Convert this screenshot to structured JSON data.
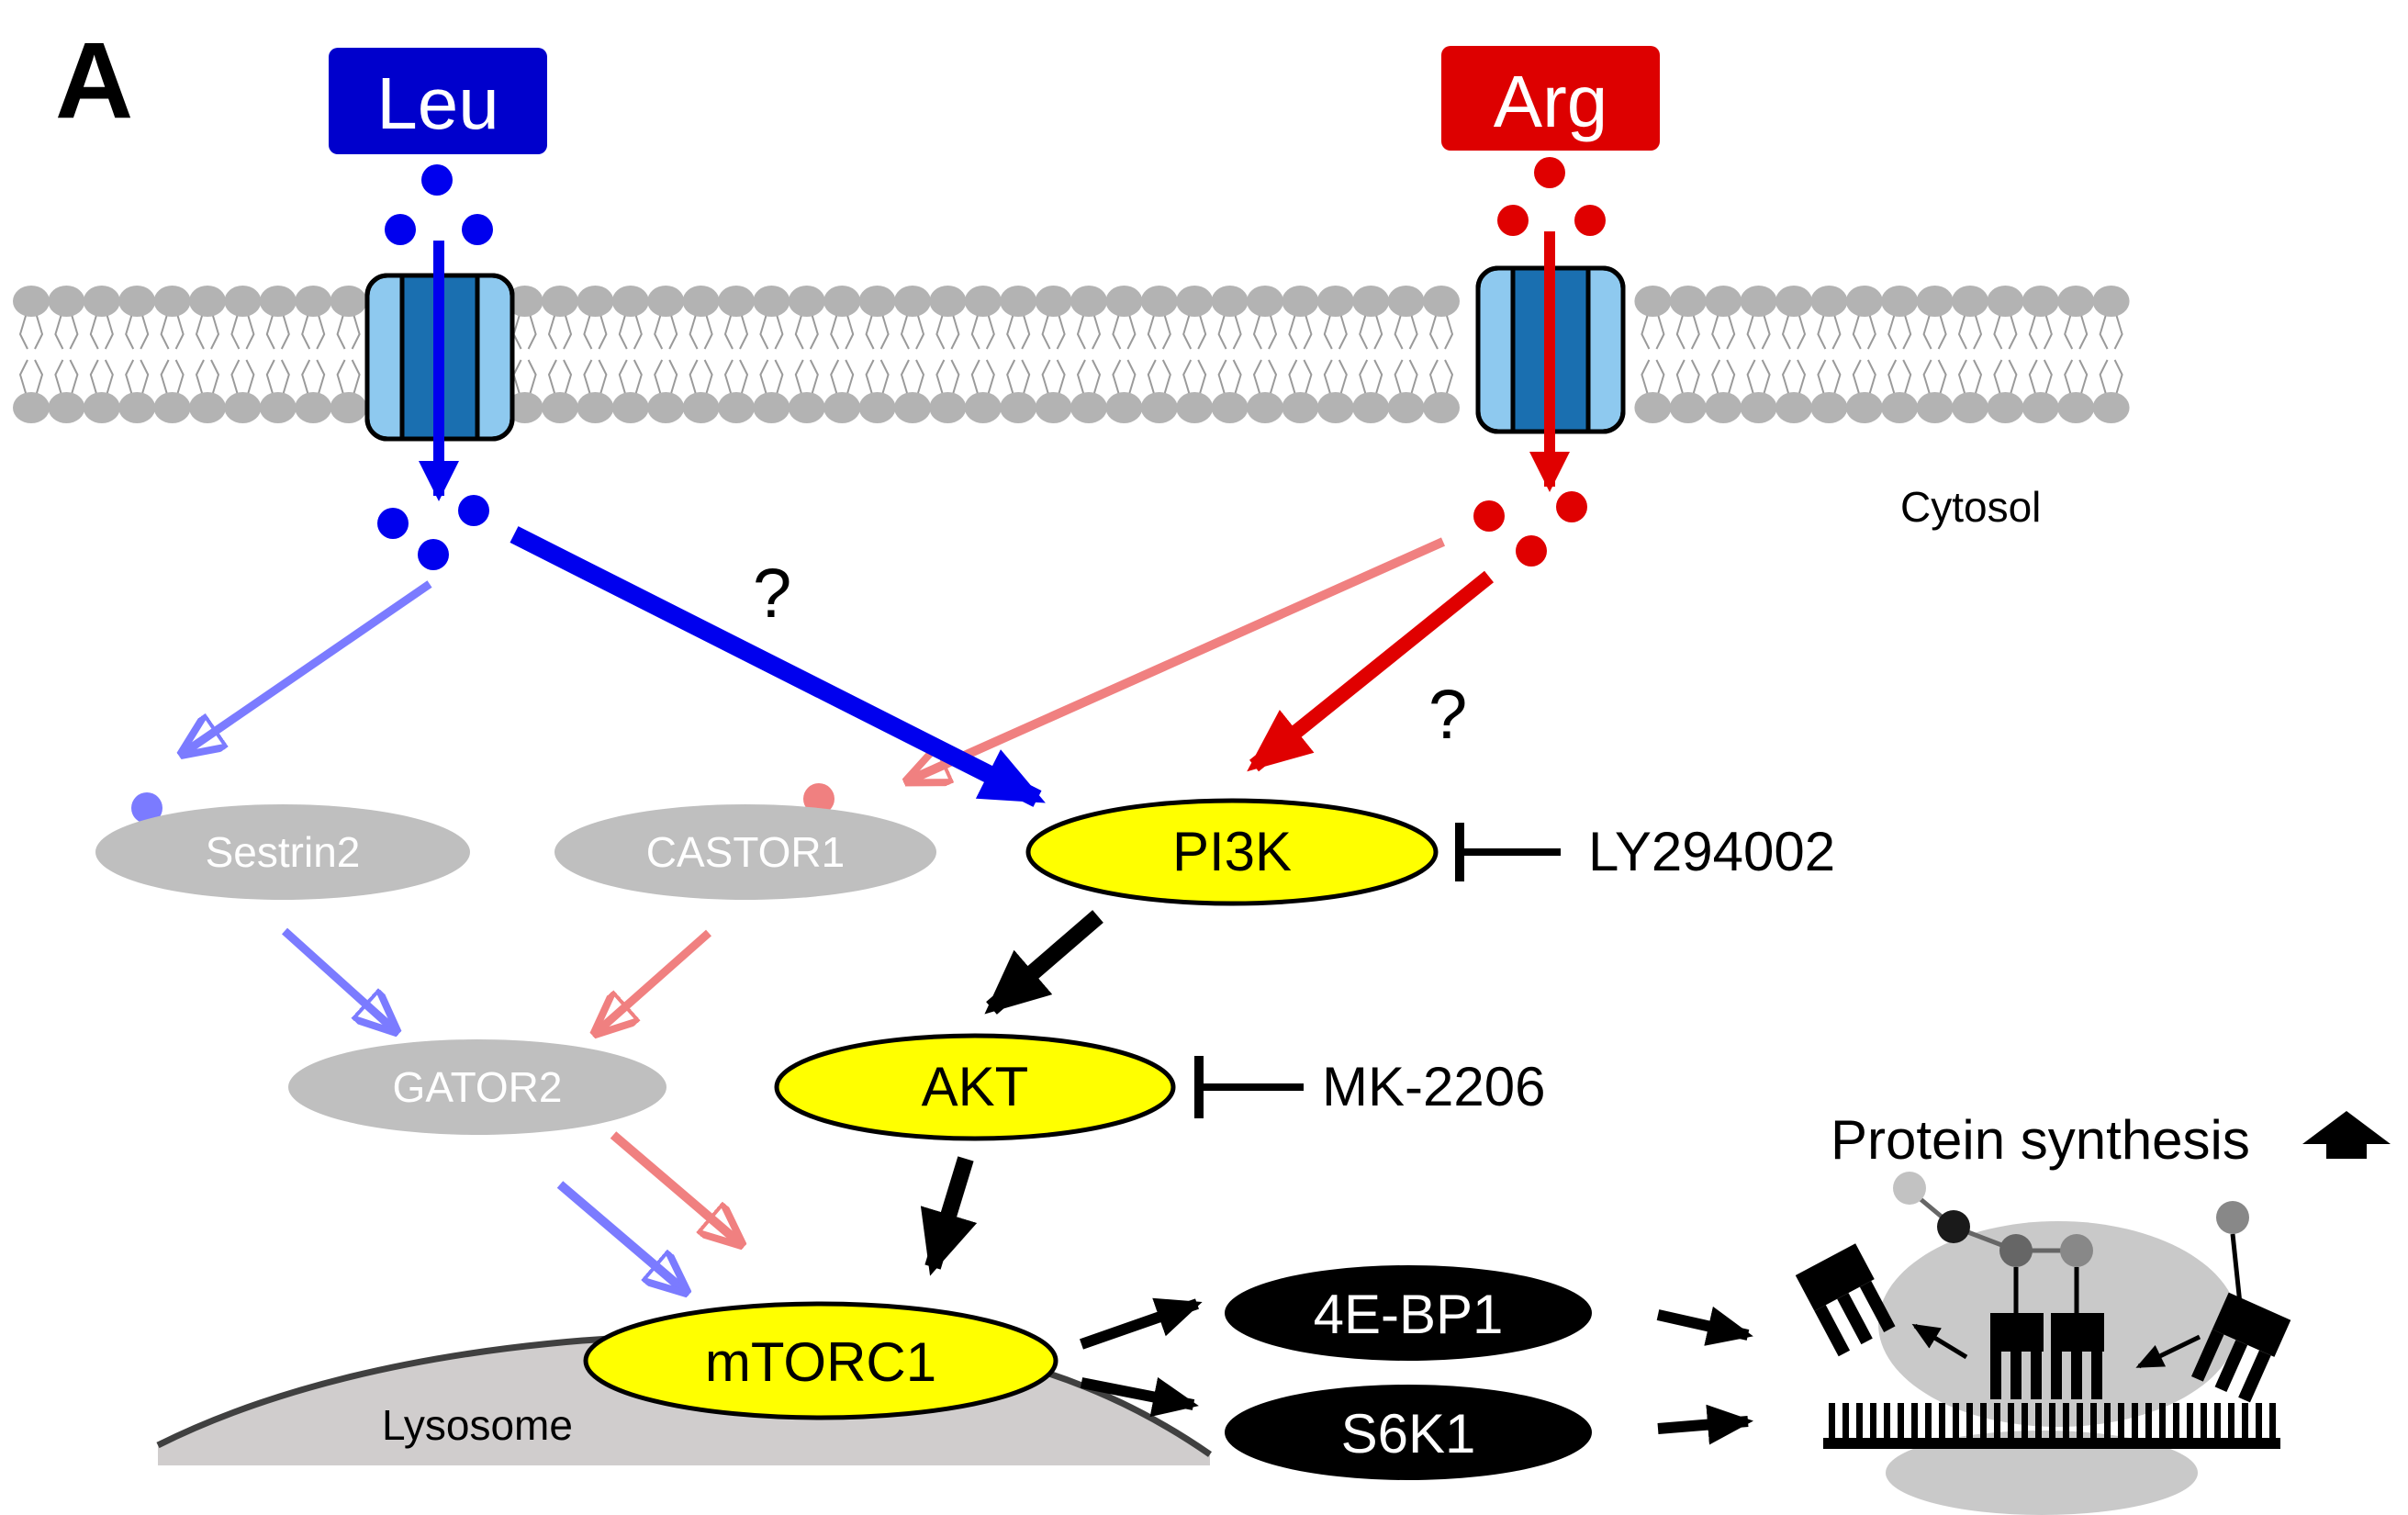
{
  "panel_label": "A",
  "amino_acids": {
    "leu": {
      "label": "Leu",
      "color": "#0000cc"
    },
    "arg": {
      "label": "Arg",
      "color": "#dd0000"
    }
  },
  "compartments": {
    "cytosol": "Cytosol",
    "lysosome": "Lysosome"
  },
  "nodes": {
    "sestrin2": "Sestrin2",
    "castor1": "CASTOR1",
    "gator2": "GATOR2",
    "pi3k": "PI3K",
    "akt": "AKT",
    "mtorc1": "mTORC1",
    "eif4ebp1": "4E-BP1",
    "s6k1": "S6K1"
  },
  "inhibitors": {
    "pi3k_inhibitor": "LY294002",
    "akt_inhibitor": "MK-2206"
  },
  "annotations": {
    "leu_question": "?",
    "arg_question": "?",
    "outcome": "Protein synthesis"
  },
  "colors": {
    "signaling_node": "#ffff00",
    "effector_node": "#000000",
    "inactive_node": "#bfbfbf",
    "leu_pathway": "#0000ee",
    "leu_pathway_faded": "#7b7bff",
    "arg_pathway": "#e00000",
    "arg_pathway_faded": "#f08080",
    "membrane_head": "#b3b3b3",
    "transporter_light": "#8ec9ef",
    "transporter_dark": "#1a6fb0"
  },
  "icons": {
    "up_arrow": "up-arrow-icon",
    "ribosome": "ribosome-icon",
    "trna": "trna-icon"
  }
}
